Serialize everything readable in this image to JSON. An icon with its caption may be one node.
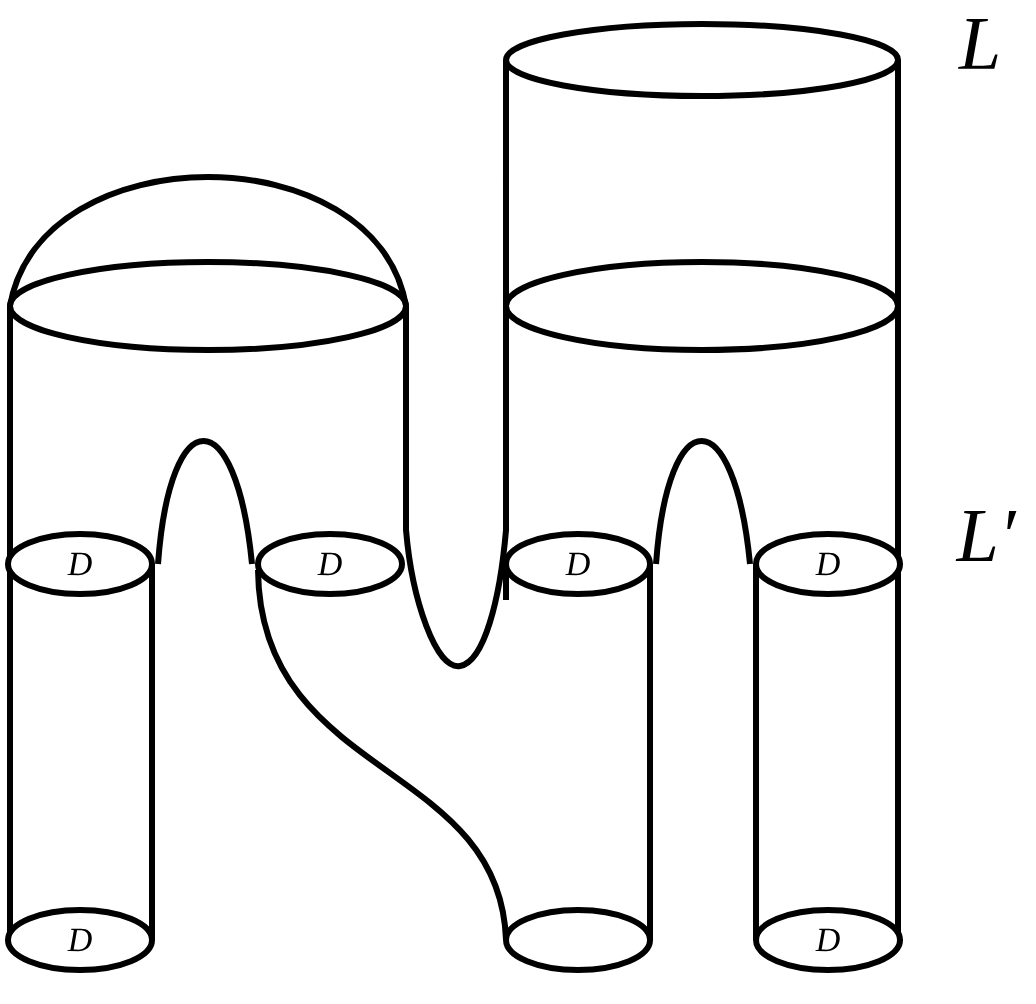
{
  "diagram": {
    "nodes": [
      {
        "text": [],
        "shape": "ellipse"
      },
      {
        "text": [],
        "shape": "ellipse"
      },
      {
        "text": [],
        "shape": "ellipse"
      },
      {
        "text": [
          "D"
        ]
      },
      {
        "text": [
          "D"
        ]
      },
      {
        "text": [
          "D"
        ]
      },
      {
        "text": [
          "D"
        ]
      },
      {
        "text": [
          "D"
        ]
      },
      {
        "text": [],
        "shape": "ellipse"
      },
      {
        "text": [
          "D"
        ]
      }
    ],
    "labels": [
      "L",
      "L′"
    ]
  }
}
